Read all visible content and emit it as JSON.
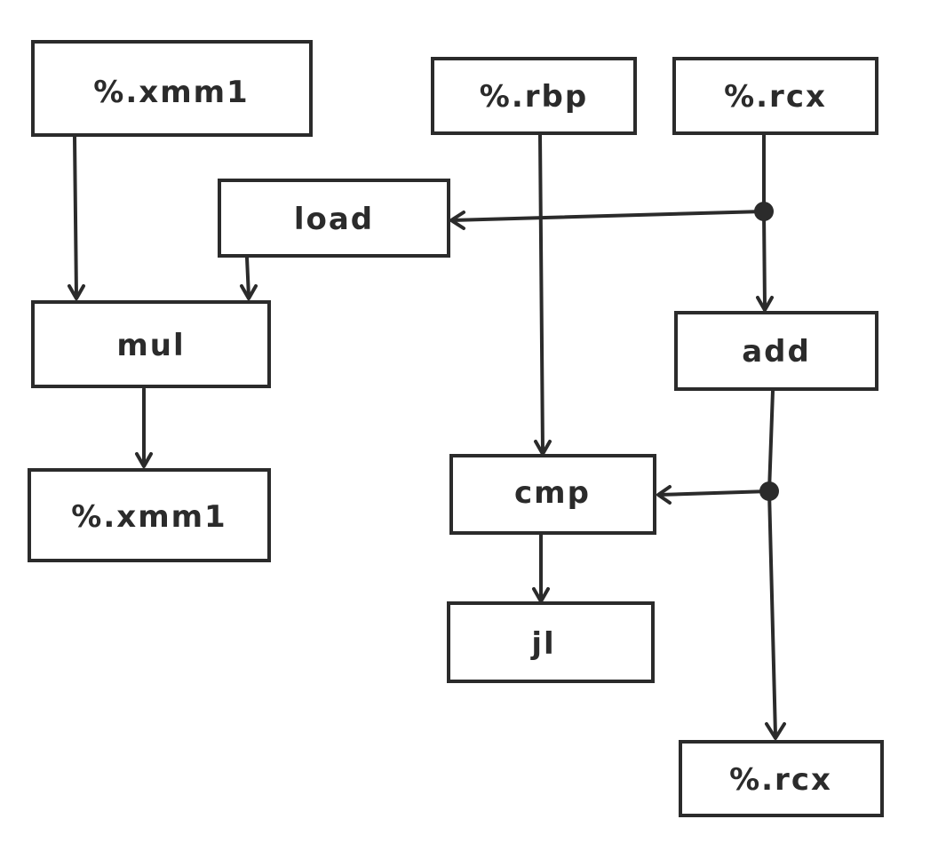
{
  "nodes": {
    "xmm1_top": {
      "label": "%.xmm1"
    },
    "rbp": {
      "label": "%.rbp"
    },
    "rcx_top": {
      "label": "%.rcx"
    },
    "load": {
      "label": "load"
    },
    "mul": {
      "label": "mul"
    },
    "add": {
      "label": "add"
    },
    "cmp": {
      "label": "cmp"
    },
    "xmm1_bottom": {
      "label": "%.xmm1"
    },
    "jl": {
      "label": "jl"
    },
    "rcx_bottom": {
      "label": "%.rcx"
    }
  },
  "edges": [
    {
      "from": "xmm1_top",
      "to": "mul"
    },
    {
      "from": "load",
      "to": "mul"
    },
    {
      "from": "rcx_top",
      "to": "load"
    },
    {
      "from": "rcx_top",
      "to": "add"
    },
    {
      "from": "rbp",
      "to": "cmp"
    },
    {
      "from": "mul",
      "to": "xmm1_bottom"
    },
    {
      "from": "add",
      "to": "cmp"
    },
    {
      "from": "add",
      "to": "rcx_bottom"
    },
    {
      "from": "cmp",
      "to": "jl"
    }
  ],
  "colors": {
    "stroke": "#2b2b2b",
    "background": "#ffffff"
  }
}
